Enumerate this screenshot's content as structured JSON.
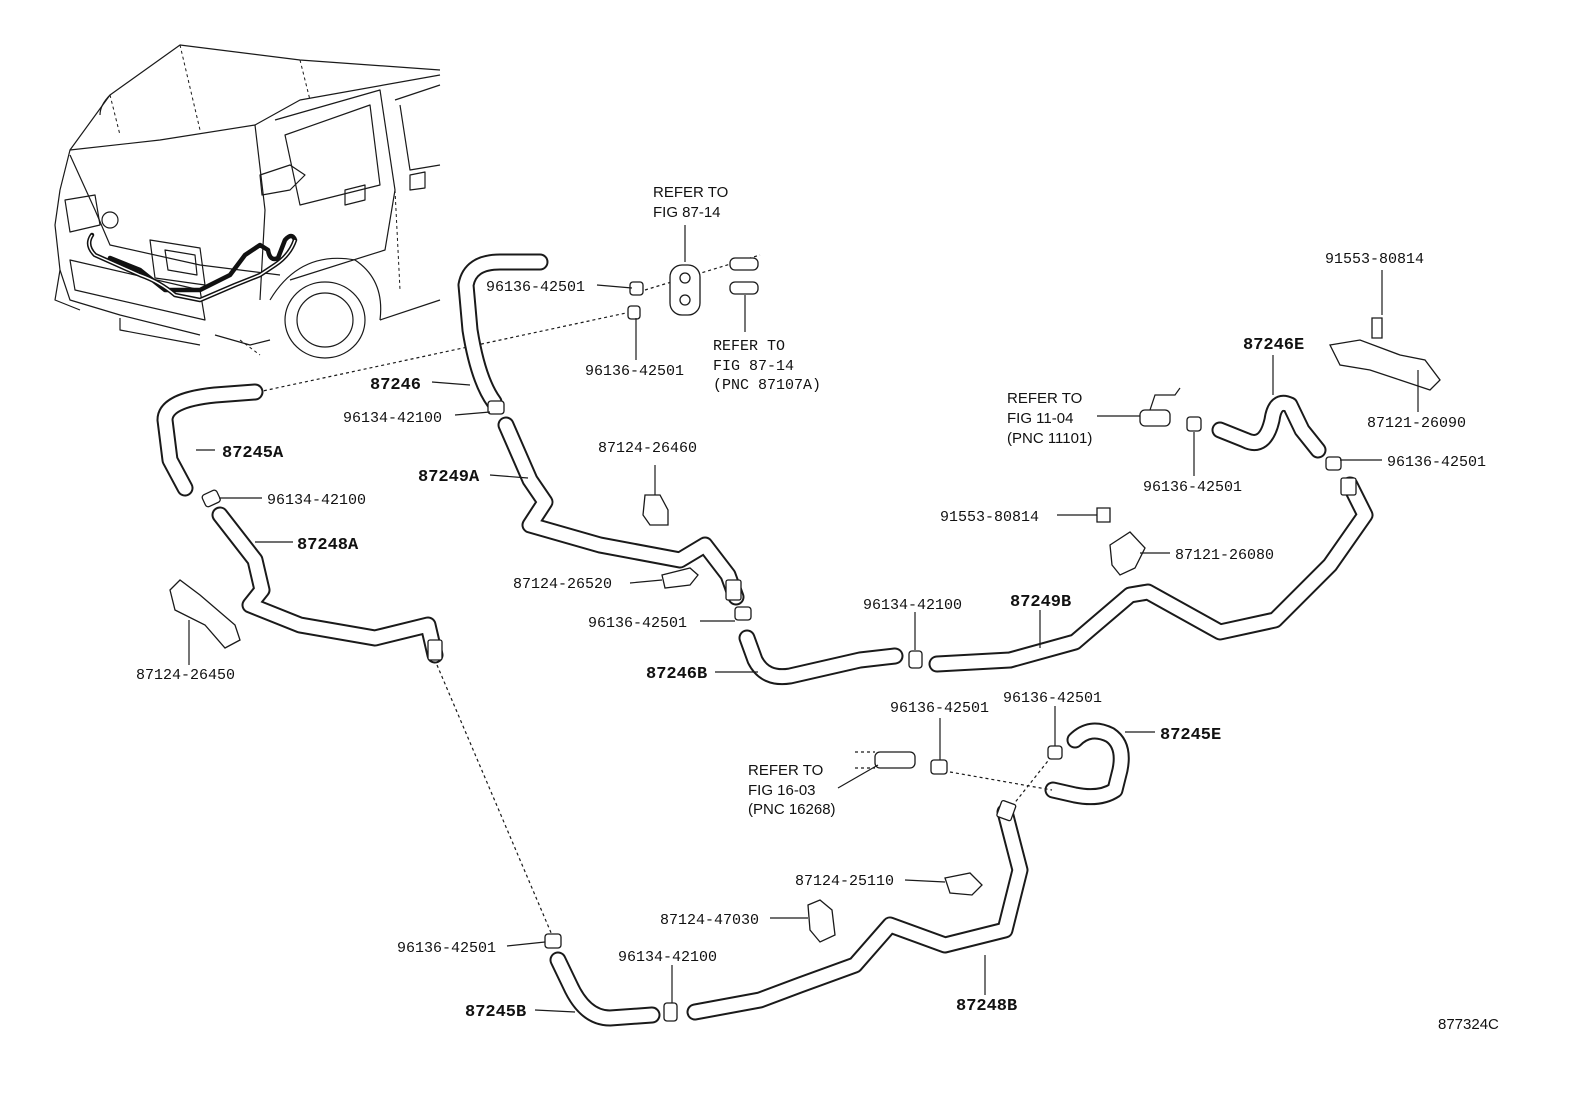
{
  "hoses": {
    "h87246": "87246",
    "h87245A": "87245A",
    "h87248A": "87248A",
    "h87249A": "87249A",
    "h87246B": "87246B",
    "h87249B": "87249B",
    "h87246E": "87246E",
    "h87245E": "87245E",
    "h87245B": "87245B",
    "h87248B": "87248B"
  },
  "parts": {
    "clamp_96136_1": "96136-42501",
    "clamp_96136_2": "96136-42501",
    "clamp_96134_1": "96134-42100",
    "clamp_96134_2": "96134-42100",
    "clamp_96134_3": "96134-42100",
    "clamp_96134_4": "96134-42100",
    "clamp_96136_3": "96136-42501",
    "clamp_96136_4": "96136-42501",
    "clamp_96136_5": "96136-42501",
    "clamp_96136_6": "96136-42501",
    "clamp_96136_7": "96136-42501",
    "clamp_96136_8": "96136-42501",
    "clip_87124_26460": "87124-26460",
    "clip_87124_26520": "87124-26520",
    "clip_87124_26450": "87124-26450",
    "clip_87124_25110": "87124-25110",
    "clip_87124_47030": "87124-47030",
    "bolt_91553_1": "91553-80814",
    "bolt_91553_2": "91553-80814",
    "bracket_87121_26090": "87121-26090",
    "bracket_87121_26080": "87121-26080"
  },
  "refs": {
    "ref1": {
      "l1": "REFER TO",
      "l2": "FIG 87-14"
    },
    "ref2": {
      "l1": "REFER TO",
      "l2": "FIG 87-14",
      "l3": "(PNC 87107A)"
    },
    "ref3": {
      "l1": "REFER TO",
      "l2": "FIG 11-04",
      "l3": "(PNC 11101)"
    },
    "ref4": {
      "l1": "REFER TO",
      "l2": "FIG 16-03",
      "l3": "(PNC 16268)"
    }
  },
  "diagram_code": "877324C",
  "colors": {
    "line": "#1a1a1a",
    "background": "#ffffff"
  }
}
